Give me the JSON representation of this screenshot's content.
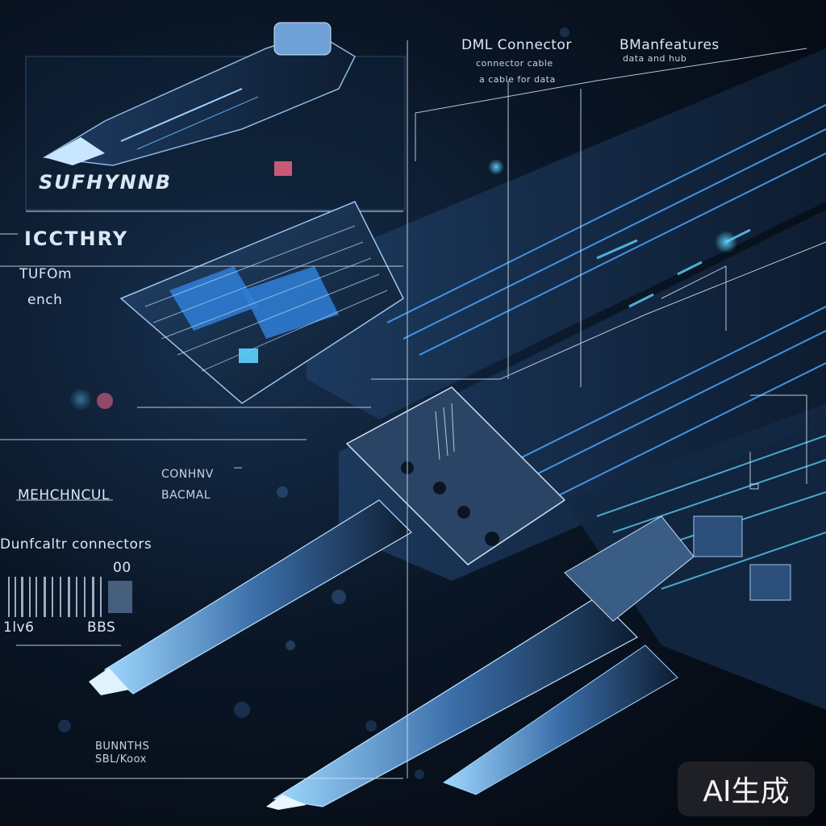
{
  "image": {
    "description_free": true,
    "palette": {
      "background": "#05080f",
      "panel": "#1a3556",
      "accent_blue": "#2f7fd8",
      "accent_cyan": "#5fd3ff",
      "line": "#cfe0f5"
    }
  },
  "labels": {
    "top_title_1": "DML Connector",
    "top_sub_1a": "connector cable",
    "top_sub_1b": "a cable for data",
    "top_title_2": "BManfeatures",
    "top_sub_2": "data and hub",
    "left_title_1": "SUFHYNNB",
    "left_title_2": "ICCTHRY",
    "left_sub_1": "TUFOm",
    "left_sub_2": "ench",
    "mid_left_1": "MEHCHNCUL",
    "mid_left_2": "CONHNV",
    "mid_left_3": "BACMAL",
    "data_title": "Dunfcaltr connectors",
    "data_num_1": "00",
    "data_num_2": "1lv6",
    "data_num_3": "BBS",
    "bottom_1": "BUNNTHS",
    "bottom_2": "SBL/Koox"
  },
  "watermark": {
    "text": "AI生成"
  }
}
